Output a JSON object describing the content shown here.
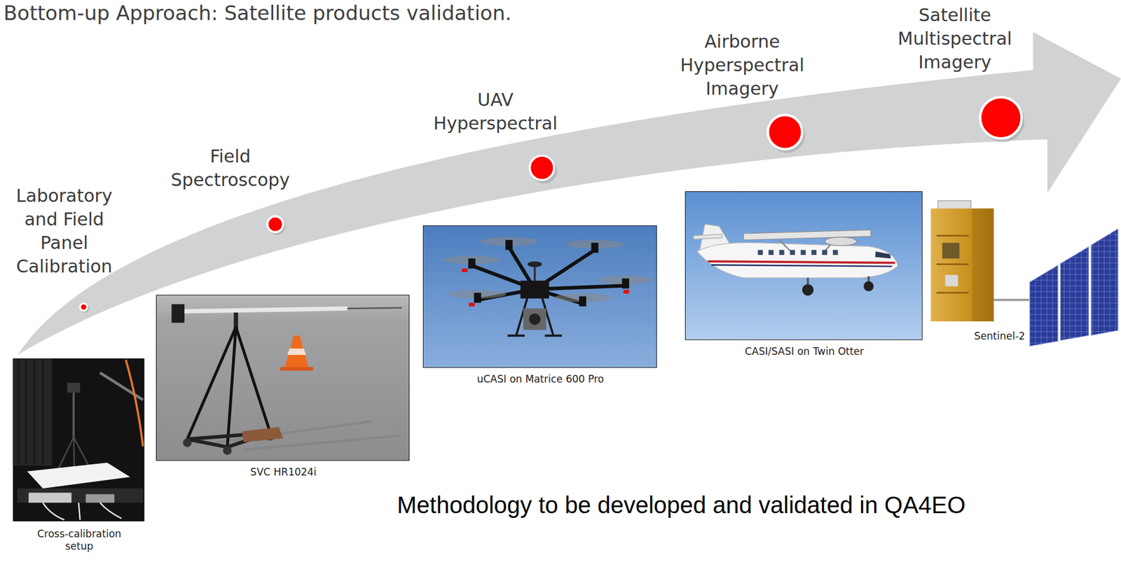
{
  "diagram": {
    "title": "Bottom-up Approach: Satellite products validation.",
    "caption": "Methodology to be developed and validated in QA4EO",
    "nodes": [
      {
        "text": [
          "Cross-calibration setup"
        ]
      },
      {
        "text": [
          "SVC HR1024i"
        ]
      },
      {
        "text": [
          "uCASI on Matrice 600 Pro"
        ]
      },
      {
        "text": [
          "CASI/SASI on Twin Otter"
        ]
      },
      {
        "text": [
          "Sentinel-2"
        ]
      }
    ],
    "labels": [
      "Laboratory and Field Panel Calibration",
      "Field Spectroscopy",
      "UAV Hyperspectral",
      "Airborne Hyperspectral Imagery",
      "Satellite Multispectral Imagery"
    ]
  }
}
